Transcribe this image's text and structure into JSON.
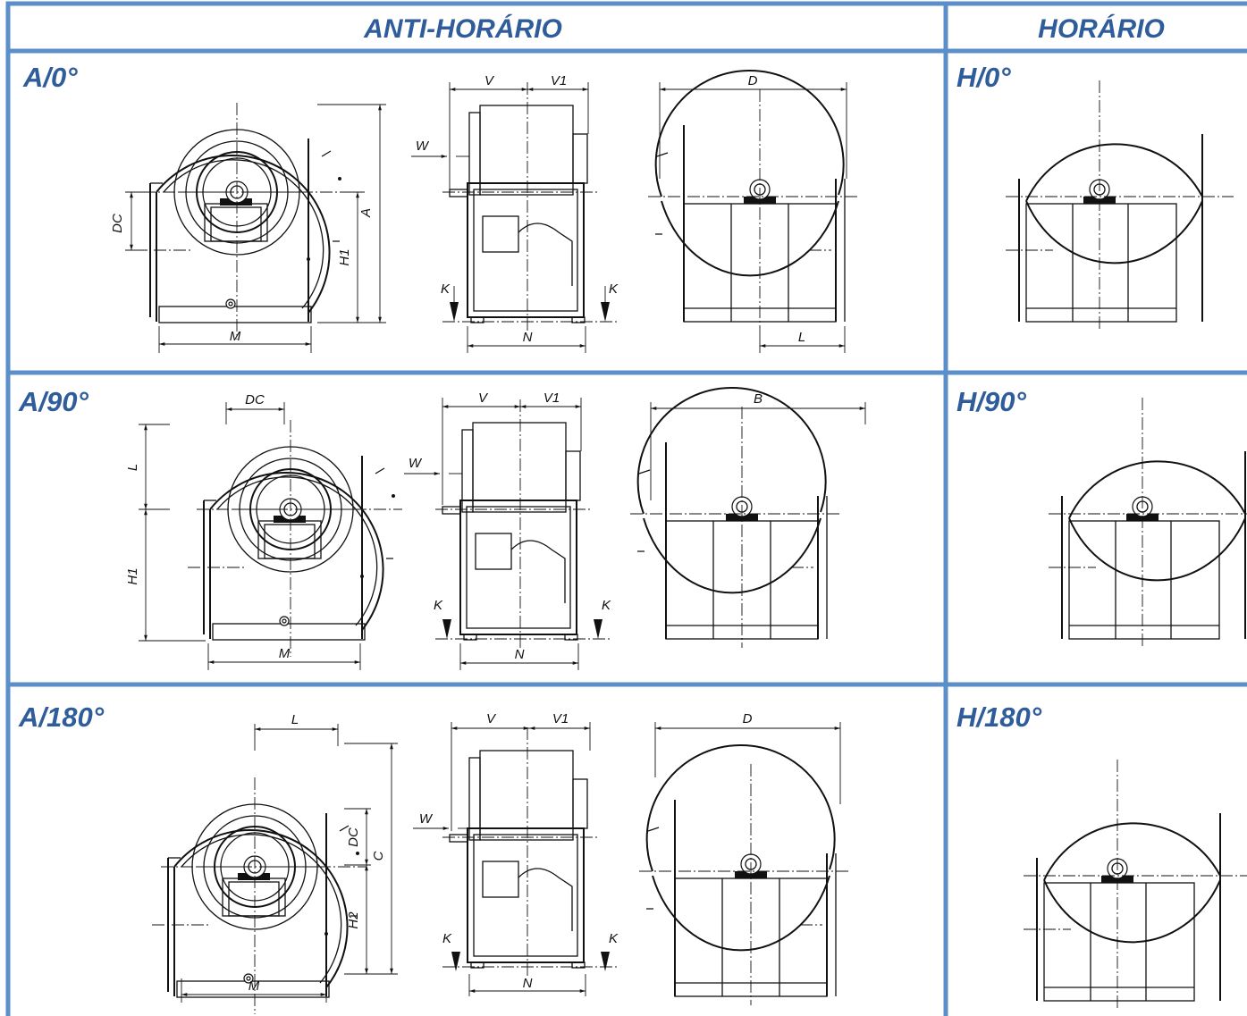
{
  "headers": {
    "left": "ANTI-HORÁRIO",
    "right": "HORÁRIO"
  },
  "rows": [
    {
      "left_label": "A/0°",
      "right_label": "H/0°",
      "front_dims": [
        "DC",
        "A",
        "H1",
        "M"
      ],
      "side_dims": [
        "V",
        "V1",
        "W",
        "K",
        "K",
        "N"
      ],
      "rear_dims": [
        "D",
        "L"
      ]
    },
    {
      "left_label": "A/90°",
      "right_label": "H/90°",
      "front_dims": [
        "DC",
        "L",
        "H1",
        "M"
      ],
      "side_dims": [
        "V",
        "V1",
        "W",
        "K",
        "K",
        "N"
      ],
      "rear_dims": [
        "B"
      ]
    },
    {
      "left_label": "A/180°",
      "right_label": "H/180°",
      "front_dims": [
        "L",
        "DC",
        "C",
        "H2",
        "M"
      ],
      "side_dims": [
        "V",
        "V1",
        "W",
        "K",
        "K",
        "N"
      ],
      "rear_dims": [
        "D"
      ]
    }
  ],
  "colors": {
    "frame": "#5b8fc9",
    "heading": "#2f5d9b",
    "line": "#111111"
  }
}
